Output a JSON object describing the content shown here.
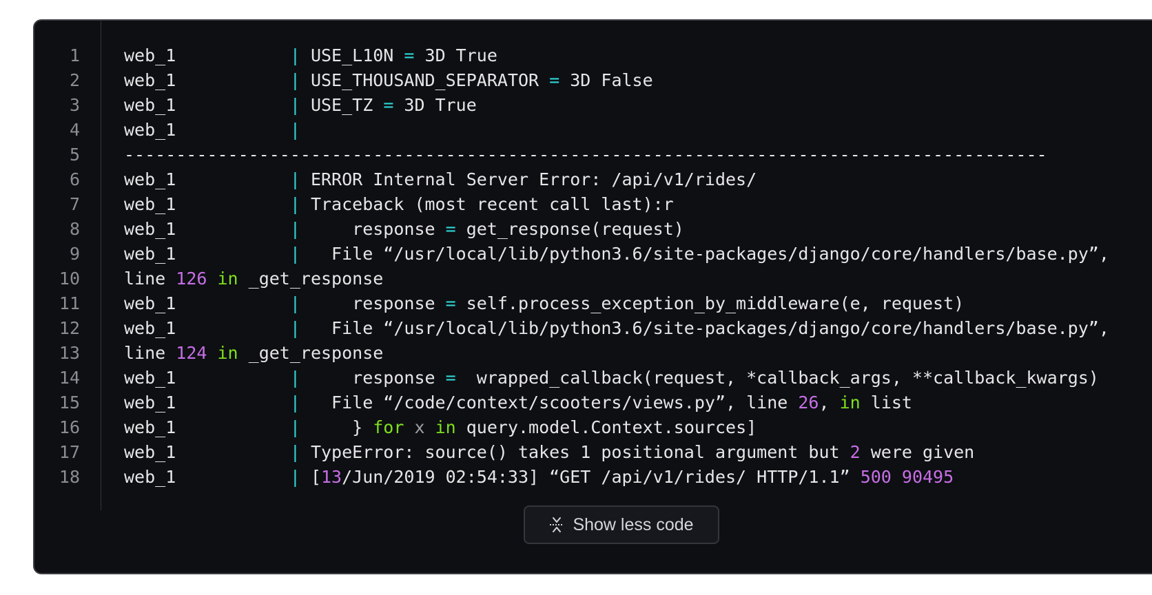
{
  "code_block": {
    "lines": [
      {
        "n": "1",
        "segs": [
          {
            "t": "web_1           "
          },
          {
            "t": "|",
            "c": "pipe"
          },
          {
            "t": " USE_L10N "
          },
          {
            "t": "=",
            "c": "op"
          },
          {
            "t": " 3D True"
          }
        ]
      },
      {
        "n": "2",
        "segs": [
          {
            "t": "web_1           "
          },
          {
            "t": "|",
            "c": "pipe"
          },
          {
            "t": " USE_THOUSAND_SEPARATOR "
          },
          {
            "t": "=",
            "c": "op"
          },
          {
            "t": " 3D False"
          }
        ]
      },
      {
        "n": "3",
        "segs": [
          {
            "t": "web_1           "
          },
          {
            "t": "|",
            "c": "pipe"
          },
          {
            "t": " USE_TZ "
          },
          {
            "t": "=",
            "c": "op"
          },
          {
            "t": " 3D True"
          }
        ]
      },
      {
        "n": "4",
        "segs": [
          {
            "t": "web_1           "
          },
          {
            "t": "|",
            "c": "pipe"
          }
        ]
      },
      {
        "n": "5",
        "segs": [
          {
            "t": "-----------------------------------------------------------------------------------------"
          }
        ]
      },
      {
        "n": "6",
        "segs": [
          {
            "t": "web_1           "
          },
          {
            "t": "|",
            "c": "pipe"
          },
          {
            "t": " ERROR Internal Server Error: /api/v1/rides/"
          }
        ]
      },
      {
        "n": "7",
        "segs": [
          {
            "t": "web_1           "
          },
          {
            "t": "|",
            "c": "pipe"
          },
          {
            "t": " Traceback (most recent call last):r"
          }
        ]
      },
      {
        "n": "8",
        "segs": [
          {
            "t": "web_1           "
          },
          {
            "t": "|",
            "c": "pipe"
          },
          {
            "t": "     response "
          },
          {
            "t": "=",
            "c": "op"
          },
          {
            "t": " get_response(request)"
          }
        ]
      },
      {
        "n": "9",
        "segs": [
          {
            "t": "web_1           "
          },
          {
            "t": "|",
            "c": "pipe"
          },
          {
            "t": "   File “/usr/local/lib/python3.6/site-packages/django/core/handlers/base.py”,"
          }
        ]
      },
      {
        "n": "10",
        "segs": [
          {
            "t": "line "
          },
          {
            "t": "126",
            "c": "num"
          },
          {
            "t": " "
          },
          {
            "t": "in",
            "c": "kw"
          },
          {
            "t": " _get_response"
          }
        ]
      },
      {
        "n": "11",
        "segs": [
          {
            "t": "web_1           "
          },
          {
            "t": "|",
            "c": "pipe"
          },
          {
            "t": "     response "
          },
          {
            "t": "=",
            "c": "op"
          },
          {
            "t": " self.process_exception_by_middleware(e, request)"
          }
        ]
      },
      {
        "n": "12",
        "segs": [
          {
            "t": "web_1           "
          },
          {
            "t": "|",
            "c": "pipe"
          },
          {
            "t": "   File “/usr/local/lib/python3.6/site-packages/django/core/handlers/base.py”,"
          }
        ]
      },
      {
        "n": "13",
        "segs": [
          {
            "t": "line "
          },
          {
            "t": "124",
            "c": "num"
          },
          {
            "t": " "
          },
          {
            "t": "in",
            "c": "kw"
          },
          {
            "t": " _get_response"
          }
        ]
      },
      {
        "n": "14",
        "segs": [
          {
            "t": "web_1           "
          },
          {
            "t": "|",
            "c": "pipe"
          },
          {
            "t": "     response "
          },
          {
            "t": "=",
            "c": "op"
          },
          {
            "t": "  wrapped_callback(request, *callback_args, **callback_kwargs)"
          }
        ]
      },
      {
        "n": "15",
        "segs": [
          {
            "t": "web_1           "
          },
          {
            "t": "|",
            "c": "pipe"
          },
          {
            "t": "   File “/code/context/scooters/views.py”, line "
          },
          {
            "t": "26",
            "c": "num"
          },
          {
            "t": ", "
          },
          {
            "t": "in",
            "c": "kw"
          },
          {
            "t": " list"
          }
        ]
      },
      {
        "n": "16",
        "segs": [
          {
            "t": "web_1           "
          },
          {
            "t": "|",
            "c": "pipe"
          },
          {
            "t": "     } "
          },
          {
            "t": "for",
            "c": "kw"
          },
          {
            "t": " "
          },
          {
            "t": "x",
            "c": "dim"
          },
          {
            "t": " "
          },
          {
            "t": "in",
            "c": "kw"
          },
          {
            "t": " query.model.Context.sources]"
          }
        ]
      },
      {
        "n": "17",
        "segs": [
          {
            "t": "web_1           "
          },
          {
            "t": "|",
            "c": "pipe"
          },
          {
            "t": " TypeError: source() takes 1 positional argument but "
          },
          {
            "t": "2",
            "c": "num"
          },
          {
            "t": " were given"
          }
        ]
      },
      {
        "n": "18",
        "segs": [
          {
            "t": "web_1           "
          },
          {
            "t": "|",
            "c": "pipe"
          },
          {
            "t": " ["
          },
          {
            "t": "13",
            "c": "num"
          },
          {
            "t": "/Jun/2019 02:54:33] “GET /api/v1/rides/ HTTP/1.1” "
          },
          {
            "t": "500",
            "c": "num"
          },
          {
            "t": " "
          },
          {
            "t": "90495",
            "c": "num"
          }
        ]
      }
    ]
  },
  "toggle_button": {
    "label": "Show less code",
    "icon": "fold-icon"
  },
  "colors": {
    "background": "#0d0f13",
    "operator": "#2fd6d6",
    "number": "#c86ee6",
    "keyword": "#7ee01c",
    "line_number": "#8b8d92"
  }
}
